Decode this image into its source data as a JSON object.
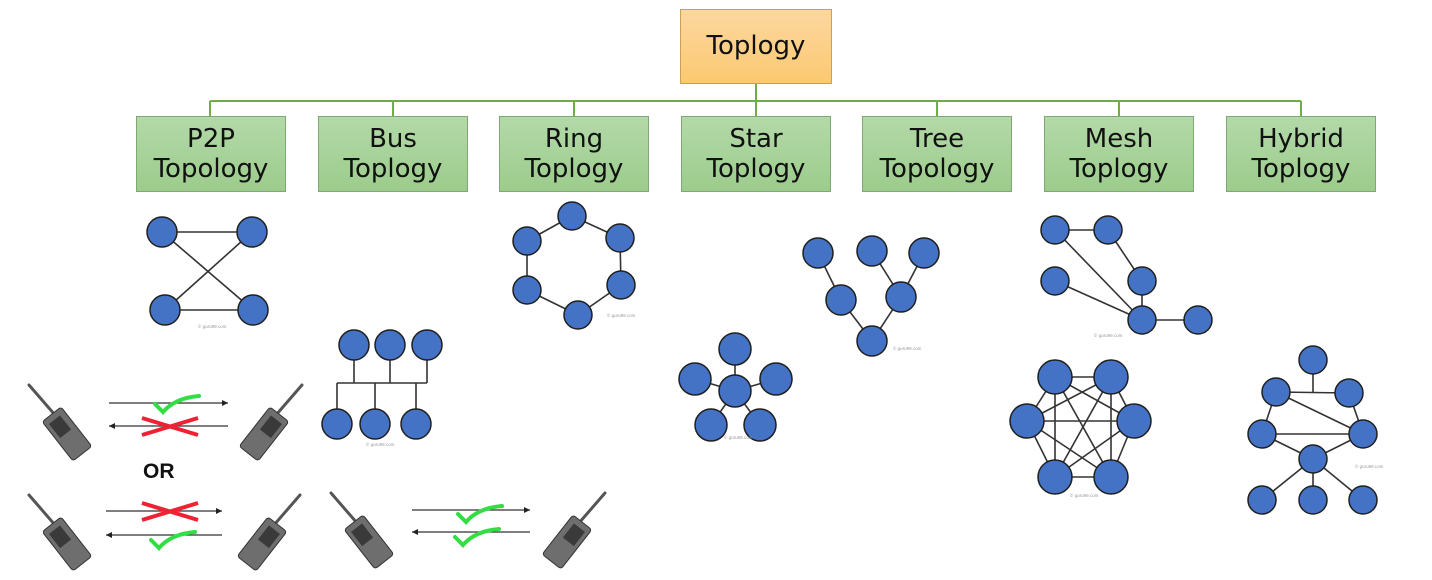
{
  "root": {
    "label": "Toplogy"
  },
  "topologies": [
    {
      "line1": "P2P",
      "line2": "Topology"
    },
    {
      "line1": "Bus",
      "line2": "Toplogy"
    },
    {
      "line1": "Ring",
      "line2": "Toplogy"
    },
    {
      "line1": "Star",
      "line2": "Toplogy"
    },
    {
      "line1": "Tree",
      "line2": "Topology"
    },
    {
      "line1": "Mesh",
      "line2": "Toplogy"
    },
    {
      "line1": "Hybrid",
      "line2": "Toplogy"
    }
  ],
  "p2p_example": {
    "or_label": "OR",
    "case1": {
      "forward": "allowed",
      "backward": "blocked"
    },
    "case2": {
      "forward": "blocked",
      "backward": "allowed"
    }
  },
  "bus_example": {
    "forward": "allowed",
    "backward": "allowed"
  },
  "watermark": "© guru99.com",
  "colors": {
    "root_fill": "#fbcf85",
    "child_fill": "#a9d39b",
    "connector": "#70ad47",
    "node_fill": "#4472c4",
    "node_stroke": "#1f1f1f",
    "check": "#33dd44",
    "cross": "#ee2233"
  }
}
